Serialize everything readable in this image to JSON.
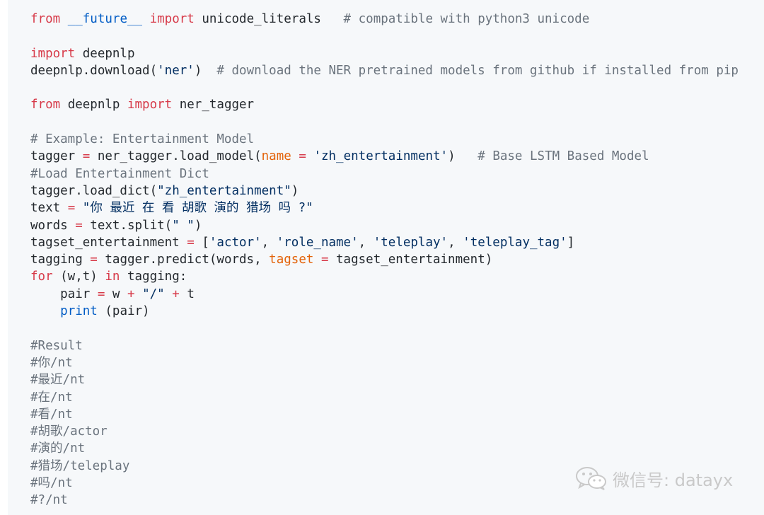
{
  "lines": [
    {
      "segs": [
        {
          "t": "from",
          "c": "kw"
        },
        {
          "t": " "
        },
        {
          "t": "__future__",
          "c": "bi"
        },
        {
          "t": " "
        },
        {
          "t": "import",
          "c": "kw"
        },
        {
          "t": " unicode_literals   "
        },
        {
          "t": "# compatible with python3 unicode",
          "c": "cm"
        }
      ]
    },
    {
      "segs": []
    },
    {
      "segs": [
        {
          "t": "import",
          "c": "kw"
        },
        {
          "t": " deepnlp"
        }
      ]
    },
    {
      "segs": [
        {
          "t": "deepnlp.download("
        },
        {
          "t": "'ner'",
          "c": "str"
        },
        {
          "t": ")  "
        },
        {
          "t": "# download the NER pretrained models from github if installed from pip",
          "c": "cm"
        }
      ]
    },
    {
      "segs": []
    },
    {
      "segs": [
        {
          "t": "from",
          "c": "kw"
        },
        {
          "t": " deepnlp "
        },
        {
          "t": "import",
          "c": "kw"
        },
        {
          "t": " ner_tagger"
        }
      ]
    },
    {
      "segs": []
    },
    {
      "segs": [
        {
          "t": "# Example: Entertainment Model",
          "c": "cm"
        }
      ]
    },
    {
      "segs": [
        {
          "t": "tagger "
        },
        {
          "t": "=",
          "c": "op"
        },
        {
          "t": " ner_tagger.load_model("
        },
        {
          "t": "name",
          "c": "param"
        },
        {
          "t": " "
        },
        {
          "t": "=",
          "c": "op"
        },
        {
          "t": " "
        },
        {
          "t": "'zh_entertainment'",
          "c": "str"
        },
        {
          "t": ")   "
        },
        {
          "t": "# Base LSTM Based Model",
          "c": "cm"
        }
      ]
    },
    {
      "segs": [
        {
          "t": "#Load Entertainment Dict",
          "c": "cm"
        }
      ]
    },
    {
      "segs": [
        {
          "t": "tagger.load_dict("
        },
        {
          "t": "\"zh_entertainment\"",
          "c": "str"
        },
        {
          "t": ")"
        }
      ]
    },
    {
      "segs": [
        {
          "t": "text "
        },
        {
          "t": "=",
          "c": "op"
        },
        {
          "t": " "
        },
        {
          "t": "\"你 最近 在 看 胡歌 演的 猎场 吗 ?\"",
          "c": "str"
        }
      ]
    },
    {
      "segs": [
        {
          "t": "words "
        },
        {
          "t": "=",
          "c": "op"
        },
        {
          "t": " text.split("
        },
        {
          "t": "\" \"",
          "c": "str"
        },
        {
          "t": ")"
        }
      ]
    },
    {
      "segs": [
        {
          "t": "tagset_entertainment "
        },
        {
          "t": "=",
          "c": "op"
        },
        {
          "t": " ["
        },
        {
          "t": "'actor'",
          "c": "str"
        },
        {
          "t": ", "
        },
        {
          "t": "'role_name'",
          "c": "str"
        },
        {
          "t": ", "
        },
        {
          "t": "'teleplay'",
          "c": "str"
        },
        {
          "t": ", "
        },
        {
          "t": "'teleplay_tag'",
          "c": "str"
        },
        {
          "t": "]"
        }
      ]
    },
    {
      "segs": [
        {
          "t": "tagging "
        },
        {
          "t": "=",
          "c": "op"
        },
        {
          "t": " tagger.predict(words, "
        },
        {
          "t": "tagset",
          "c": "param"
        },
        {
          "t": " "
        },
        {
          "t": "=",
          "c": "op"
        },
        {
          "t": " tagset_entertainment)"
        }
      ]
    },
    {
      "segs": [
        {
          "t": "for",
          "c": "kw"
        },
        {
          "t": " (w,t) "
        },
        {
          "t": "in",
          "c": "kw"
        },
        {
          "t": " tagging:"
        }
      ]
    },
    {
      "segs": [
        {
          "t": "    pair "
        },
        {
          "t": "=",
          "c": "op"
        },
        {
          "t": " w "
        },
        {
          "t": "+",
          "c": "op"
        },
        {
          "t": " "
        },
        {
          "t": "\"/\"",
          "c": "str"
        },
        {
          "t": " "
        },
        {
          "t": "+",
          "c": "op"
        },
        {
          "t": " t"
        }
      ]
    },
    {
      "segs": [
        {
          "t": "    "
        },
        {
          "t": "print",
          "c": "bi"
        },
        {
          "t": " (pair)"
        }
      ]
    },
    {
      "segs": []
    },
    {
      "segs": [
        {
          "t": "#Result",
          "c": "cm"
        }
      ]
    },
    {
      "segs": [
        {
          "t": "#你/nt",
          "c": "cm"
        }
      ]
    },
    {
      "segs": [
        {
          "t": "#最近/nt",
          "c": "cm"
        }
      ]
    },
    {
      "segs": [
        {
          "t": "#在/nt",
          "c": "cm"
        }
      ]
    },
    {
      "segs": [
        {
          "t": "#看/nt",
          "c": "cm"
        }
      ]
    },
    {
      "segs": [
        {
          "t": "#胡歌/actor",
          "c": "cm"
        }
      ]
    },
    {
      "segs": [
        {
          "t": "#演的/nt",
          "c": "cm"
        }
      ]
    },
    {
      "segs": [
        {
          "t": "#猎场/teleplay",
          "c": "cm"
        }
      ]
    },
    {
      "segs": [
        {
          "t": "#吗/nt",
          "c": "cm"
        }
      ]
    },
    {
      "segs": [
        {
          "t": "#?/nt",
          "c": "cm"
        }
      ]
    }
  ],
  "colors": {
    "keyword": "#d73a49",
    "builtin": "#005cc5",
    "string": "#032f62",
    "comment": "#6a737d",
    "parameter": "#e36209",
    "panel_bg": "#f6f8fa"
  },
  "watermark": {
    "icon": "wechat-icon",
    "text": "微信号: datayx"
  }
}
